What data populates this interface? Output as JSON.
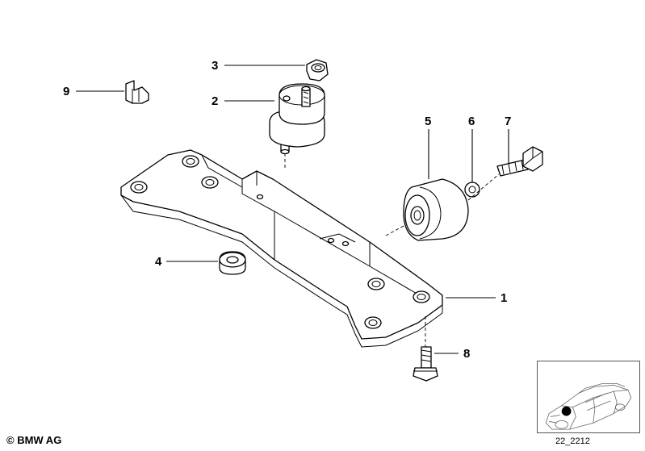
{
  "callouts": {
    "c1": "1",
    "c2": "2",
    "c3": "3",
    "c4": "4",
    "c5": "5",
    "c6": "6",
    "c7": "7",
    "c8": "8",
    "c9": "9"
  },
  "footer": {
    "copyright": "© BMW AG",
    "figure_code": "22_2212"
  }
}
